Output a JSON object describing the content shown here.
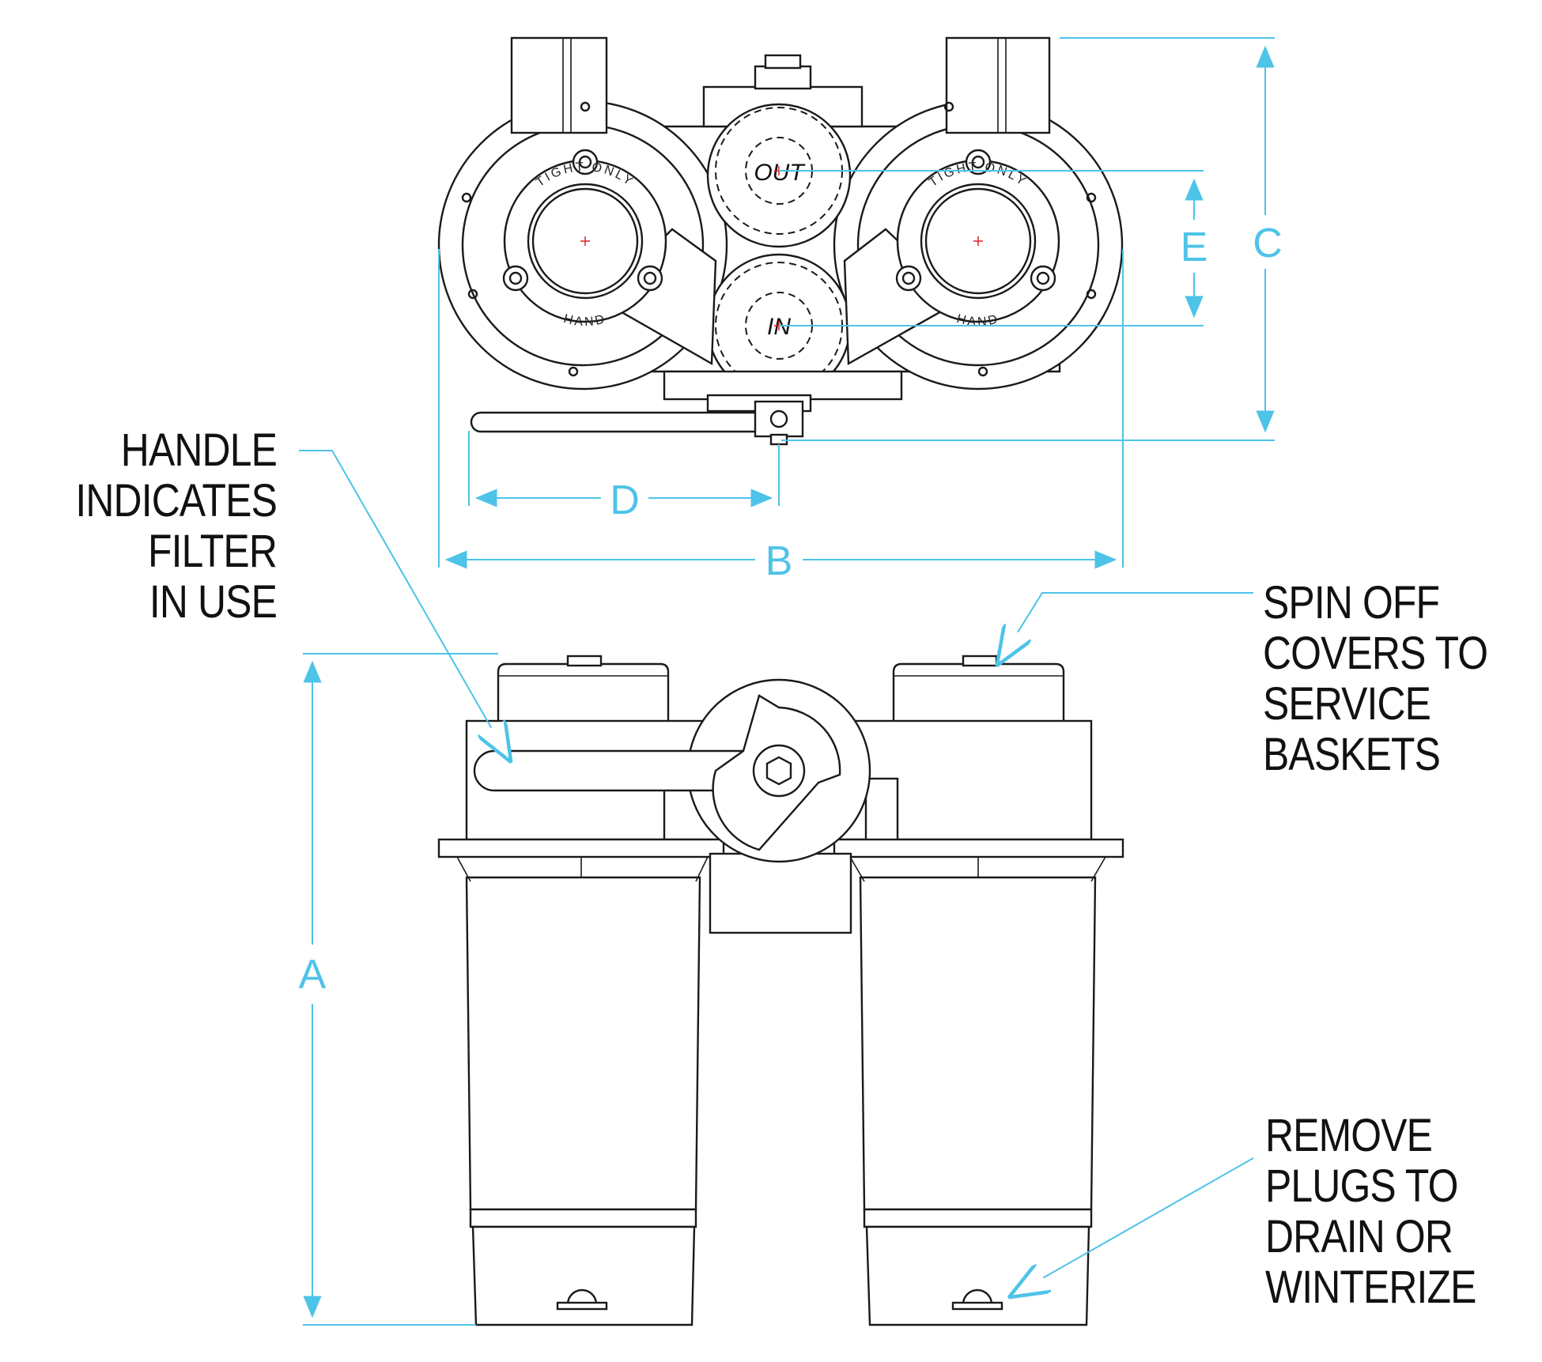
{
  "colors": {
    "dimension": "#4ec3e8",
    "line": "#1a1a1a",
    "center_mark": "#e0202a",
    "background": "#ffffff"
  },
  "dimensions": {
    "a": "A",
    "b": "B",
    "c": "C",
    "d": "D",
    "e": "E"
  },
  "ports": {
    "outlet": "OUT",
    "inlet": "IN"
  },
  "cover_ring_text": {
    "top": "TIGHT ONLY",
    "bottom": "HAND"
  },
  "callouts": {
    "handle": [
      "HANDLE",
      "INDICATES",
      "FILTER",
      "IN USE"
    ],
    "covers": [
      "SPIN OFF",
      "COVERS TO",
      "SERVICE",
      "BASKETS"
    ],
    "plugs": [
      "REMOVE",
      "PLUGS TO",
      "DRAIN OR",
      "WINTERIZE"
    ]
  }
}
